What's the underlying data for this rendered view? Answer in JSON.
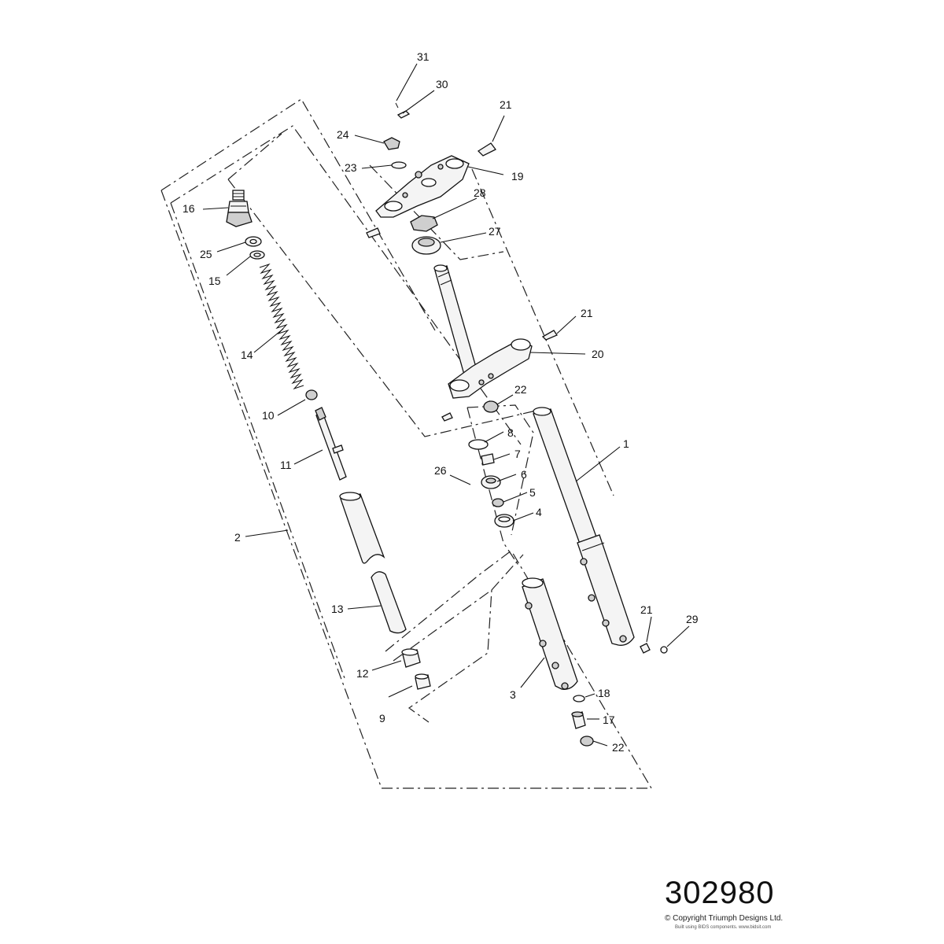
{
  "diagram": {
    "callouts": {
      "c1": "1",
      "c2": "2",
      "c3": "3",
      "c4": "4",
      "c5": "5",
      "c6": "6",
      "c7": "7",
      "c8": "8",
      "c9": "9",
      "c10": "10",
      "c11": "11",
      "c12": "12",
      "c13": "13",
      "c14": "14",
      "c15": "15",
      "c16": "16",
      "c17": "17",
      "c18": "18",
      "c19": "19",
      "c20": "20",
      "c21a": "21",
      "c21b": "21",
      "c21c": "21",
      "c22a": "22",
      "c22b": "22",
      "c23": "23",
      "c24": "24",
      "c25": "25",
      "c26": "26",
      "c27": "27",
      "c28": "28",
      "c29": "29",
      "c30": "30",
      "c31": "31"
    }
  },
  "footer": {
    "reference_number": "302980",
    "copyright": "© Copyright Triumph Designs Ltd.",
    "credit": "Built using BIDS components. www.bidsit.com"
  }
}
